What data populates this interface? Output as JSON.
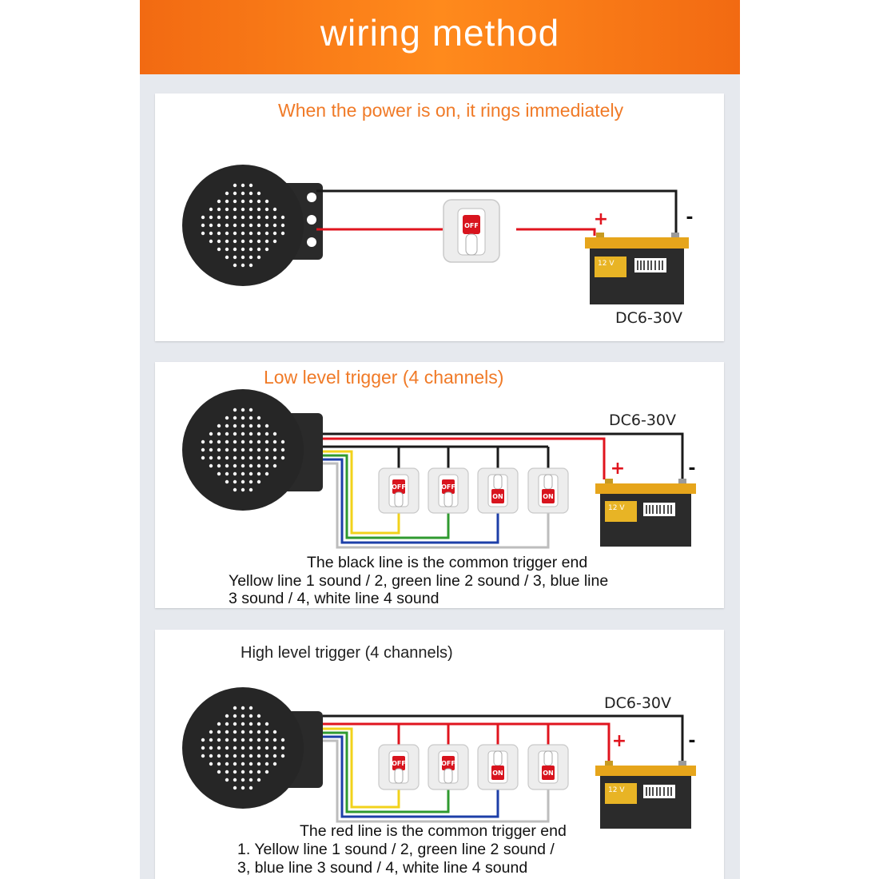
{
  "banner": {
    "title": "wiring method"
  },
  "sections": [
    {
      "title": "When the power is on, it rings immediately",
      "voltage": "DC6-30V",
      "plus": "+",
      "minus": "-",
      "battery_label": "12 V",
      "switches": [
        "OFF"
      ],
      "notes": []
    },
    {
      "title": "Low level trigger (4 channels)",
      "voltage": "DC6-30V",
      "plus": "+",
      "minus": "-",
      "battery_label": "12 V",
      "switches": [
        "OFF",
        "OFF",
        "ON",
        "ON"
      ],
      "notes": [
        "The black line is the common trigger end",
        "Yellow line 1 sound / 2, green line 2 sound / 3, blue line",
        "3 sound / 4, white line 4 sound"
      ]
    },
    {
      "title": "High level trigger (4 channels)",
      "voltage": "DC6-30V",
      "plus": "+",
      "minus": "-",
      "battery_label": "12 V",
      "switches": [
        "OFF",
        "OFF",
        "ON",
        "ON"
      ],
      "notes": [
        "The red line is the common trigger end",
        "1. Yellow line 1 sound / 2, green line 2 sound /",
        "3, blue line 3 sound / 4, white line 4 sound"
      ]
    }
  ],
  "colors": {
    "banner": "#f26a12",
    "title_orange": "#f07a27",
    "wire_black": "#1a1a1a",
    "wire_red": "#e0141e",
    "wire_yellow": "#f2d21b",
    "wire_green": "#2f9a2f",
    "wire_blue": "#1d3fa8",
    "wire_white": "#bdbdbd"
  }
}
